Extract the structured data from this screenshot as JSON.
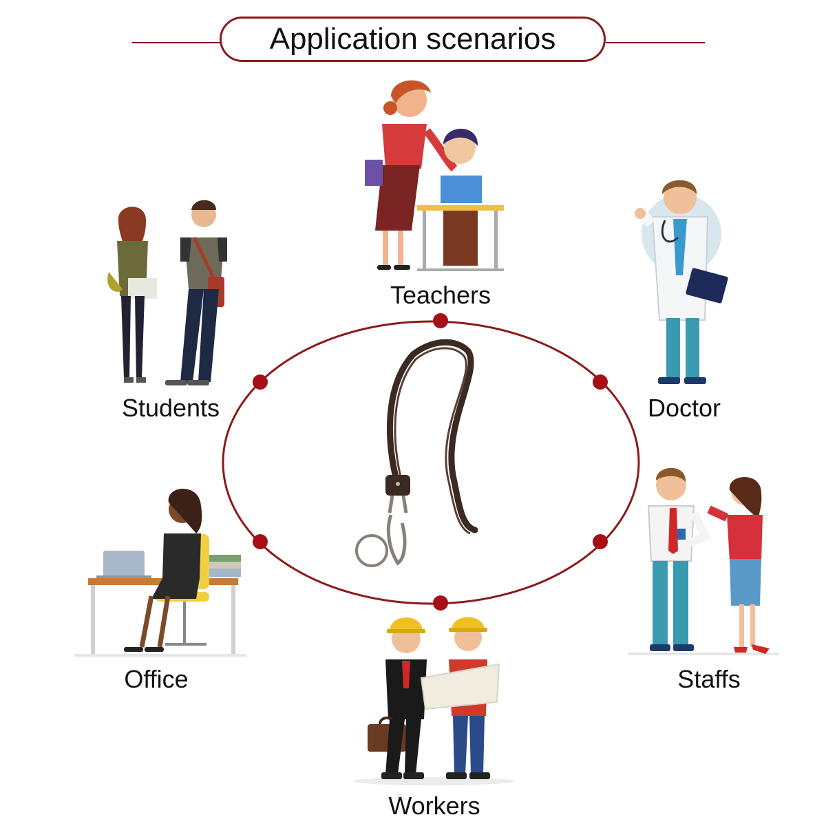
{
  "title": "Application scenarios",
  "scenarios": {
    "teachers": "Teachers",
    "students": "Students",
    "doctor": "Doctor",
    "office": "Office",
    "staffs": "Staffs",
    "workers": "Workers"
  },
  "colors": {
    "accent": "#8b1a1a",
    "dot": "#a50f15",
    "lanyard": "#3a2a22"
  },
  "icons": {
    "center": "lanyard-icon"
  }
}
